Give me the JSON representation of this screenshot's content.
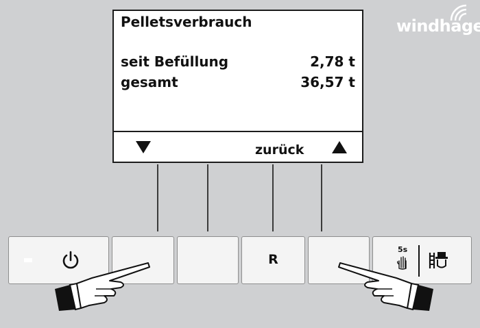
{
  "brand": {
    "logo_text": "windhager",
    "logo_icon": "wifi-icon",
    "color_white": "#ffffff"
  },
  "display": {
    "title": "Pelletsverbrauch",
    "rows": [
      {
        "label": "seit Befüllung",
        "value": "2,78 t"
      },
      {
        "label": "gesamt",
        "value": "36,57 t"
      }
    ],
    "softkeys": {
      "left_icon": "arrow-down-icon",
      "middle_label": "zurück",
      "right_icon": "arrow-up-icon"
    }
  },
  "buttons": {
    "power_icon": "power-icon",
    "reset_label": "R",
    "timer_label": "5s",
    "timer_icon": "hand-icon",
    "chimney_icon": "chimney-sweep-icon"
  }
}
